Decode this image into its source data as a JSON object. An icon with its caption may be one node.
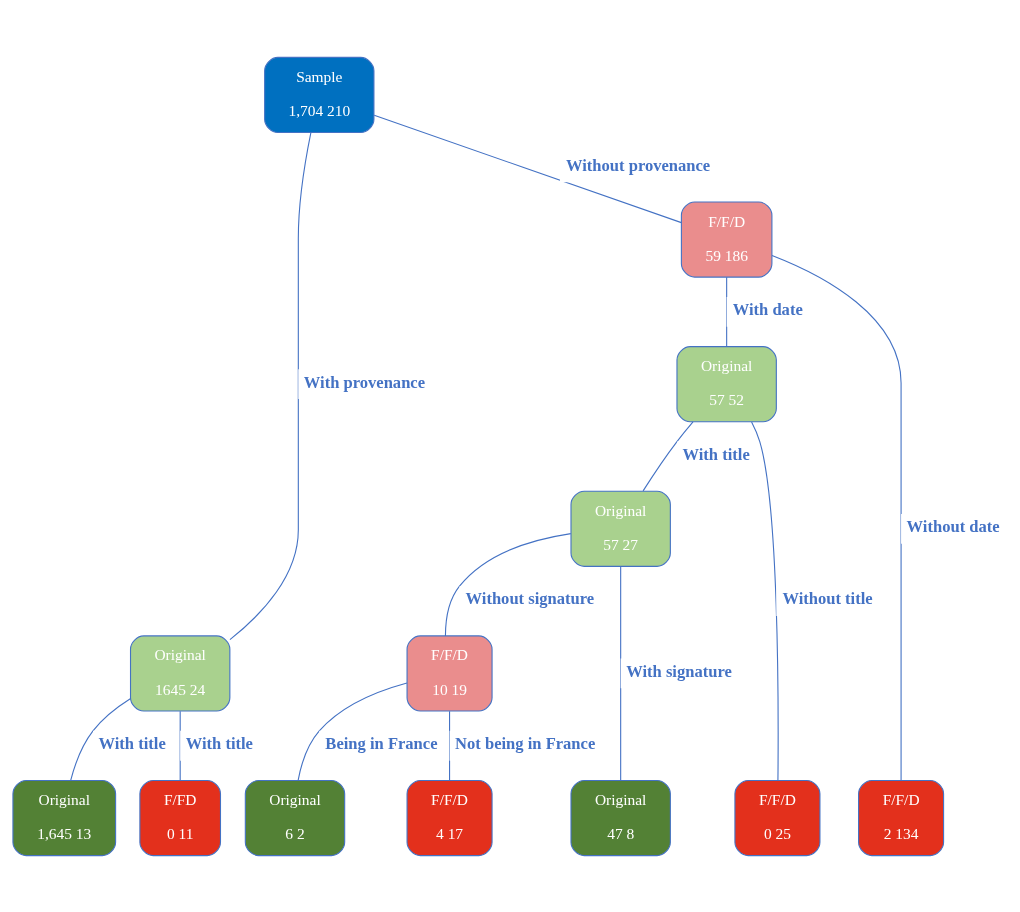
{
  "diagram": {
    "nodes": [
      {
        "text": [
          "Sample",
          "1,704 210"
        ]
      },
      {
        "text": [
          "Original",
          "1645 24"
        ]
      },
      {
        "text": [
          "F/F/D",
          "59 186"
        ]
      },
      {
        "text": [
          "Original",
          "57 52"
        ]
      },
      {
        "text": [
          "Original",
          "57 27"
        ]
      },
      {
        "text": [
          "F/F/D",
          "10 19"
        ]
      },
      {
        "text": [
          "Original",
          "1,645 13"
        ]
      },
      {
        "text": [
          "F/FD",
          "0 11"
        ]
      },
      {
        "text": [
          "Original",
          "47 8"
        ]
      },
      {
        "text": [
          "Original",
          "6 2"
        ]
      },
      {
        "text": [
          "F/F/D",
          "4 17"
        ]
      },
      {
        "text": [
          "F/F/D",
          "0 25"
        ]
      },
      {
        "text": [
          "F/F/D",
          "2 134"
        ]
      }
    ],
    "edges": [
      {
        "from": 0,
        "to": 1,
        "arrow": "none",
        "label": "With provenance"
      },
      {
        "from": 0,
        "to": 2,
        "arrow": "none",
        "label": "Without provenance"
      },
      {
        "from": 1,
        "to": 6,
        "arrow": "none",
        "label": "With title"
      },
      {
        "from": 1,
        "to": 7,
        "arrow": "none",
        "label": "With title"
      },
      {
        "from": 2,
        "to": 3,
        "arrow": "none",
        "label": "With date"
      },
      {
        "from": 2,
        "to": 12,
        "arrow": "none",
        "label": "Without date"
      },
      {
        "from": 3,
        "to": 4,
        "arrow": "none",
        "label": "With title"
      },
      {
        "from": 3,
        "to": 11,
        "arrow": "none",
        "label": "Without title"
      },
      {
        "from": 4,
        "to": 8,
        "arrow": "none",
        "label": "With signature"
      },
      {
        "from": 4,
        "to": 5,
        "arrow": "none",
        "label": "Without signature"
      },
      {
        "from": 5,
        "to": 9,
        "arrow": "none",
        "label": "Being in France"
      },
      {
        "from": 5,
        "to": 10,
        "arrow": "none",
        "label": "Not being in France"
      }
    ]
  }
}
